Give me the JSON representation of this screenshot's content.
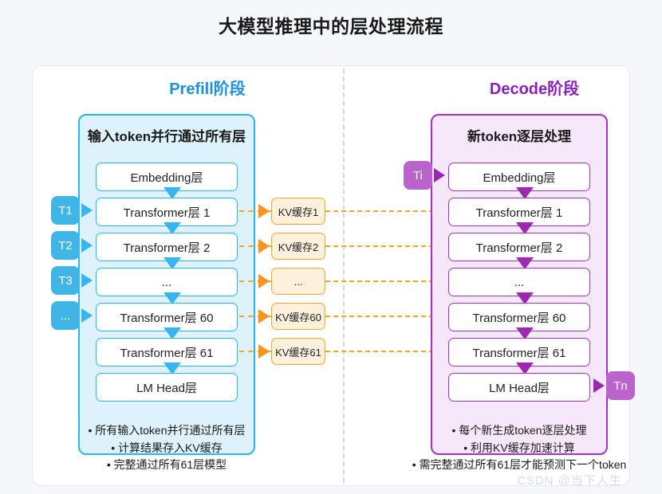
{
  "page": {
    "title": "大模型推理中的层处理流程",
    "watermark": "CSDN @当下人生",
    "colors": {
      "background": "#f5f7fa",
      "prefill_accent": "#29b6f0",
      "decode_accent": "#a033c8",
      "cache_accent": "#f5a623",
      "token_blue": "#41b6e6",
      "token_purple": "#bb63cc"
    }
  },
  "prefill": {
    "heading": "Prefill阶段",
    "panel_title": "输入token并行通过所有层",
    "tokens": [
      "T1",
      "T2",
      "T3",
      "..."
    ],
    "layers": [
      "Embedding层",
      "Transformer层 1",
      "Transformer层 2",
      "...",
      "Transformer层 60",
      "Transformer层 61",
      "LM Head层"
    ],
    "bullets": [
      "• 所有输入token并行通过所有层",
      "• 计算结果存入KV缓存",
      "• 完整通过所有61层模型"
    ]
  },
  "cache": {
    "items": [
      "KV缓存1",
      "KV缓存2",
      "...",
      "KV缓存60",
      "KV缓存61"
    ]
  },
  "decode": {
    "heading": "Decode阶段",
    "panel_title": "新token逐层处理",
    "input_token": "Ti",
    "output_token": "Tn",
    "layers": [
      "Embedding层",
      "Transformer层 1",
      "Transformer层 2",
      "...",
      "Transformer层 60",
      "Transformer层 61",
      "LM Head层"
    ],
    "bullets": [
      "• 每个新生成token逐层处理",
      "• 利用KV缓存加速计算",
      "• 需完整通过所有61层才能预测下一个token"
    ]
  }
}
